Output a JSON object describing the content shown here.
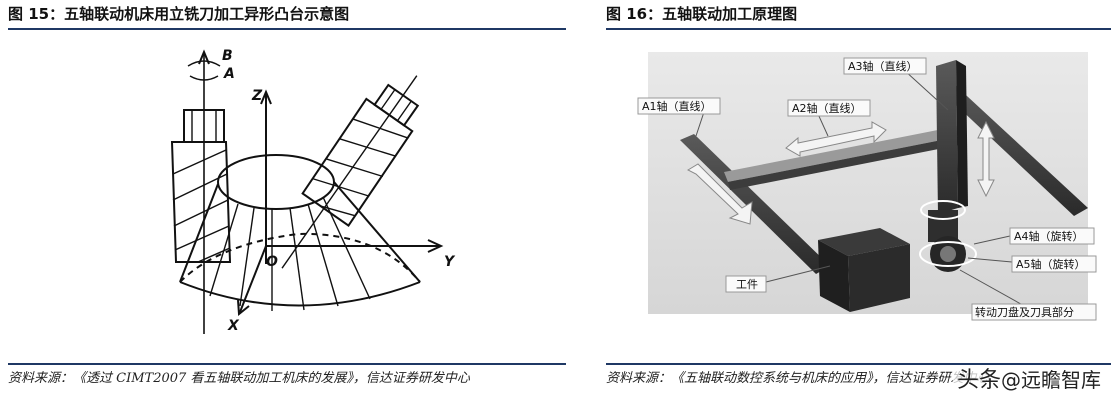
{
  "left": {
    "title": "图 15：五轴联动机床用立铣刀加工异形凸台示意图",
    "source": "资料来源：《透过 CIMT2007 看五轴联动加工机床的发展》，信达证券研发中心",
    "axes": {
      "b": "B",
      "a": "A",
      "z": "Z",
      "o": "O",
      "y": "Y",
      "x": "X"
    }
  },
  "right": {
    "title": "图 16：五轴联动加工原理图",
    "source": "资料来源：《五轴联动数控系统与机床的应用》，信达证券研发中心",
    "labels": {
      "a1": "A1轴（直线）",
      "a2": "A2轴（直线）",
      "a3": "A3轴（直线）",
      "a4": "A4轴（旋转）",
      "a5": "A5轴（旋转）",
      "workpiece": "工件",
      "spindle": "转动刀盘及刀具部分"
    }
  },
  "watermark": {
    "prefix": "头条",
    "handle": "@远瞻智库"
  }
}
